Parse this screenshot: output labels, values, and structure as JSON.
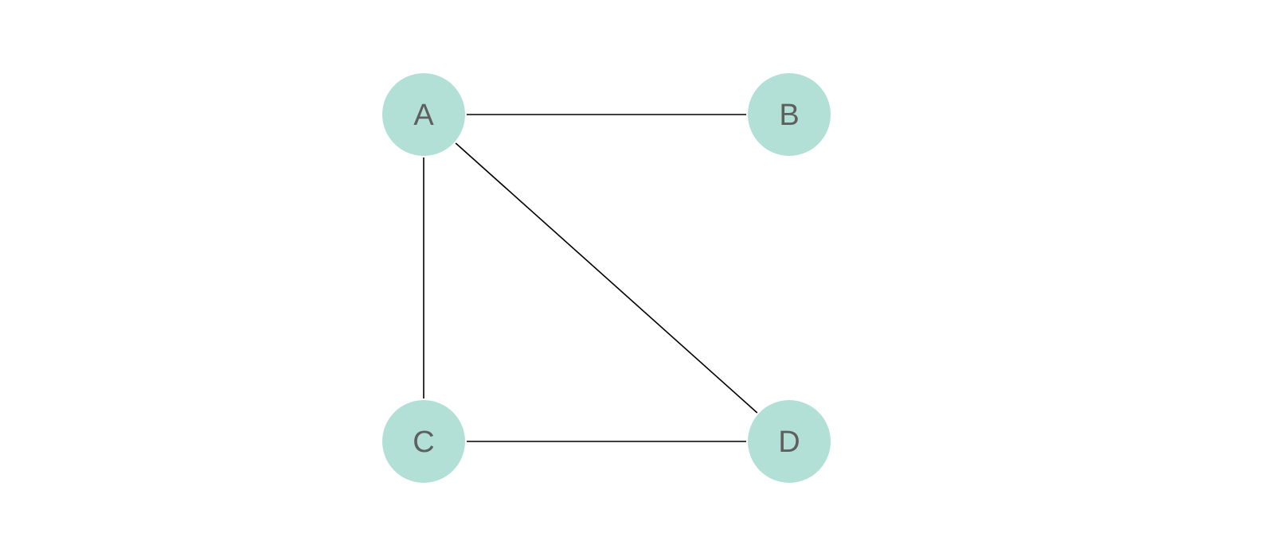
{
  "graph": {
    "nodes": [
      {
        "id": "A",
        "label": "A"
      },
      {
        "id": "B",
        "label": "B"
      },
      {
        "id": "C",
        "label": "C"
      },
      {
        "id": "D",
        "label": "D"
      }
    ],
    "edges": [
      {
        "from": "A",
        "to": "B"
      },
      {
        "from": "A",
        "to": "C"
      },
      {
        "from": "A",
        "to": "D"
      },
      {
        "from": "C",
        "to": "D"
      }
    ],
    "node_color": "#b2e0d6",
    "label_color": "#5f5f5f",
    "edge_color": "#000000"
  }
}
